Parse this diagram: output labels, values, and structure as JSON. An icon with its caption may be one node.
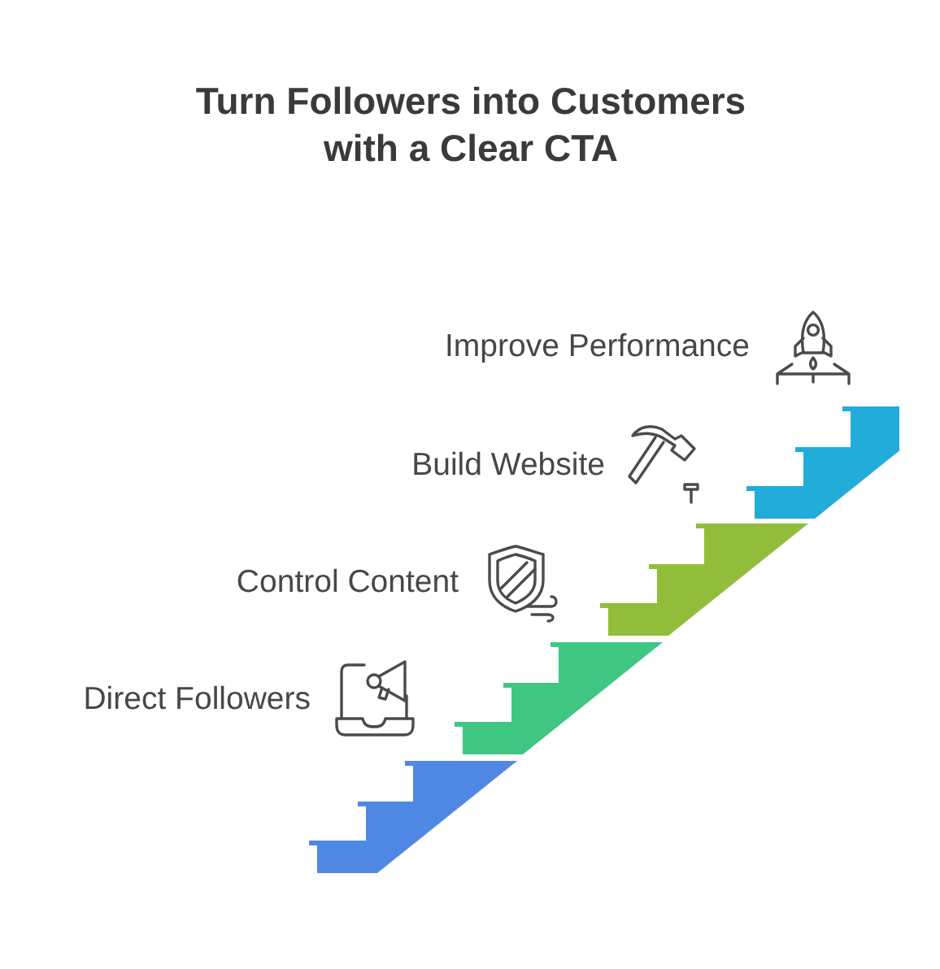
{
  "diagram": {
    "title": "Turn Followers into Customers with a Clear CTA",
    "labels": [
      "Improve Performance",
      "Build Website",
      "Control Content",
      "Direct Followers"
    ]
  }
}
